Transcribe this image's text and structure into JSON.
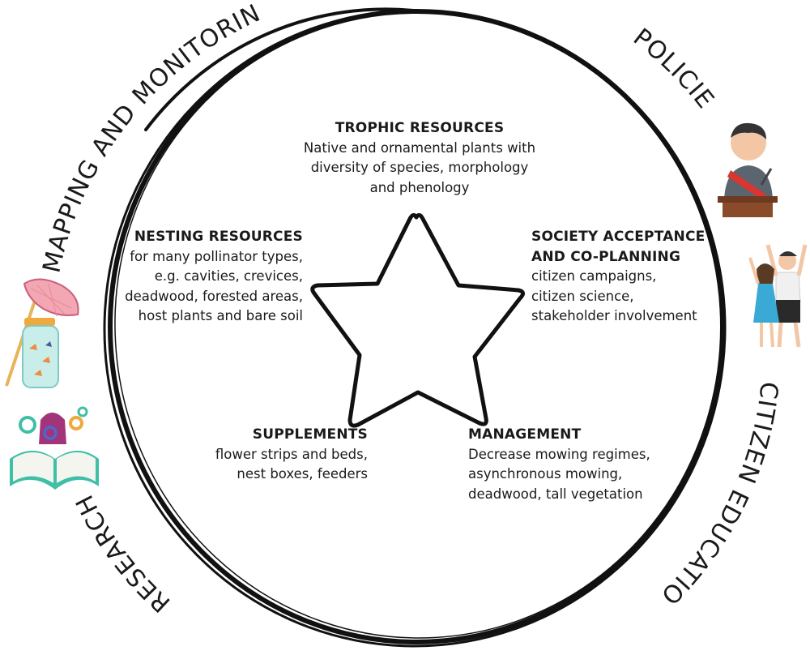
{
  "center": {
    "trophic": {
      "title": "TROPHIC RESOURCES",
      "lines": [
        "Native and ornamental plants with",
        "diversity of species, morphology",
        "and phenology"
      ]
    },
    "nesting": {
      "title": "NESTING RESOURCES",
      "lines": [
        "for many pollinator types,",
        "e.g. cavities, crevices,",
        "deadwood, forested areas,",
        "host plants and bare soil"
      ]
    },
    "society": {
      "title_lines": [
        "SOCIETY ACCEPTANCE",
        "AND CO-PLANNING"
      ],
      "lines": [
        "citizen campaigns,",
        "citizen science,",
        "stakeholder involvement"
      ]
    },
    "supplements": {
      "title": "SUPPLEMENTS",
      "lines": [
        "flower strips and beds,",
        "nest boxes, feeders"
      ]
    },
    "management": {
      "title": "MANAGEMENT",
      "lines": [
        "Decrease mowing regimes,",
        "asynchronous mowing,",
        "deadwood, tall vegetation"
      ]
    }
  },
  "ring": {
    "mapping": "MAPPING AND MONITORING",
    "policies": "POLICIES",
    "education": "CITIZEN EDUCATION",
    "research": "RESEARCH"
  },
  "icons": [
    "butterfly-net-jar-icon",
    "reading-researcher-icon",
    "speaker-podium-icon",
    "cheering-citizens-icon"
  ],
  "colors": {
    "stroke": "#111111",
    "net": "#f2a7b3",
    "jar": "#9fdcd6",
    "book": "#3fbfa6",
    "suit": "#5b6570",
    "sash": "#d8362f",
    "podium": "#8a4b2b",
    "dress": "#3aa9d6"
  }
}
